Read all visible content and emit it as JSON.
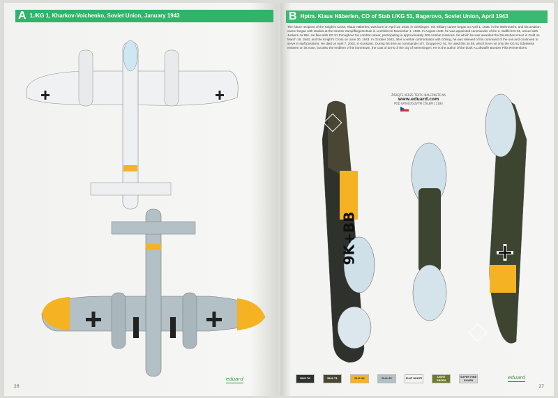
{
  "left_page": {
    "letter": "A",
    "title": "1./KG 1, Kharkov-Voichenko, Soviet Union, January 1943",
    "page_number": "26",
    "brand": "eduard"
  },
  "right_page": {
    "letter": "B",
    "title": "Hptm. Klaus Häberlen, CO of Stab I./KG 51, Bagerovo, Soviet Union, April 1943",
    "description": "The future recipient of the Knight's Cross, Klaus Häberlen, was born on April 14, 1916, in Geislingen. His military career began on April 1, 1935, in the Wehrmacht, and his aviation career began with studies at the Grosse Kampffliegerschule in Lechfeld on November 1, 1936. In August 1940, he was appointed commander of the 2. Staffel KG 51, armed with Junkers Ju 88s. He flew with KG 51 throughout his combat career, participating in approximately 300 combat missions, for which he was awarded the Deutsches Kreuz in Gold on March 18, 1943, and the Knight's Cross on June 20, 1943. In October 1943, after a verbal confrontation with Göring, he was relieved of his command of the unit and continued to serve in staff positions. He died on April 7, 2002, in Konstanz. During his time as commander of I. Gruppe KG 51, he used this Ju 88, which bore not only the KG 51 Edelweiss emblem on its nose, but also the emblem of his hometown, the coat of arms of the city of Memmingen. He is the author of the book A Luftwaffe Bomber Pilot Remembers.",
    "page_number": "27",
    "brand": "eduard",
    "eduard_note": "ŽÁDEJTE VERZE TEXTU NALEZNETE NA",
    "eduard_url": "www.eduard.com",
    "eduard_note2": "POD KATALOGOVÝM ČÍSLEM 11184",
    "code_text": "9K+BB"
  },
  "colors": [
    {
      "label": "RLM 70",
      "hex": "#2f312c",
      "text": "#fff"
    },
    {
      "label": "RLM 71",
      "hex": "#4a4634",
      "text": "#fff"
    },
    {
      "label": "RLM 04",
      "hex": "#f5b324",
      "text": "#333"
    },
    {
      "label": "RLM 65",
      "hex": "#b3c0c6",
      "text": "#333"
    },
    {
      "label": "FLAT WHITE",
      "hex": "#f2f2ee",
      "text": "#333"
    },
    {
      "label": "LIGHT GREEN",
      "hex": "#6e7a2c",
      "text": "#fff"
    },
    {
      "label": "SUPER FINE SILVER",
      "hex": "#d8d8d8",
      "text": "#333"
    }
  ]
}
